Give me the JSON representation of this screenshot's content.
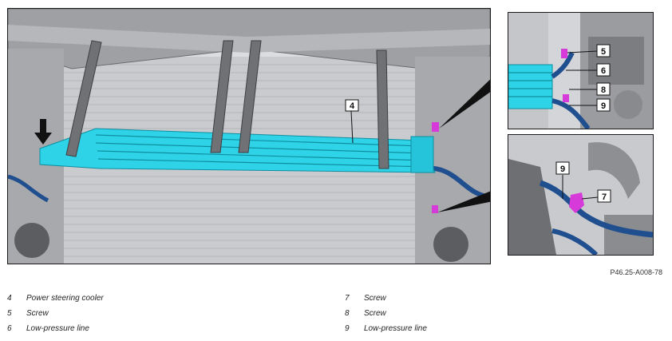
{
  "figure_ref": "P46.25-A008-78",
  "callouts": {
    "main_4": "4",
    "top_5": "5",
    "top_6": "6",
    "top_8": "8",
    "top_9": "9",
    "bottom_9": "9",
    "bottom_7": "7"
  },
  "legend": [
    {
      "num": "4",
      "text": "Power steering cooler"
    },
    {
      "num": "5",
      "text": "Screw"
    },
    {
      "num": "6",
      "text": "Low-pressure line"
    },
    {
      "num": "7",
      "text": "Screw"
    },
    {
      "num": "8",
      "text": "Screw"
    },
    {
      "num": "9",
      "text": "Low-pressure line"
    }
  ],
  "colors": {
    "cooler": "#2ed3e8",
    "screw": "#d63ad8",
    "line": "#1f4f8f"
  }
}
